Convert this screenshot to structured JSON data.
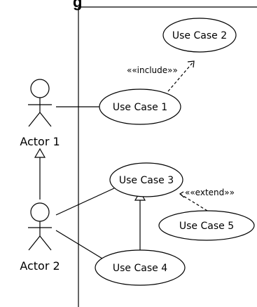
{
  "diagram": {
    "title_fragment": "g",
    "actors": [
      {
        "id": "actor1",
        "label": "Actor 1"
      },
      {
        "id": "actor2",
        "label": "Actor 2"
      }
    ],
    "use_cases": [
      {
        "id": "uc1",
        "label": "Use Case 1"
      },
      {
        "id": "uc2",
        "label": "Use Case 2"
      },
      {
        "id": "uc3",
        "label": "Use Case 3"
      },
      {
        "id": "uc4",
        "label": "Use Case 4"
      },
      {
        "id": "uc5",
        "label": "Use Case 5"
      }
    ],
    "relationships": {
      "include": "««include»»",
      "extend": "««extend»»"
    }
  }
}
